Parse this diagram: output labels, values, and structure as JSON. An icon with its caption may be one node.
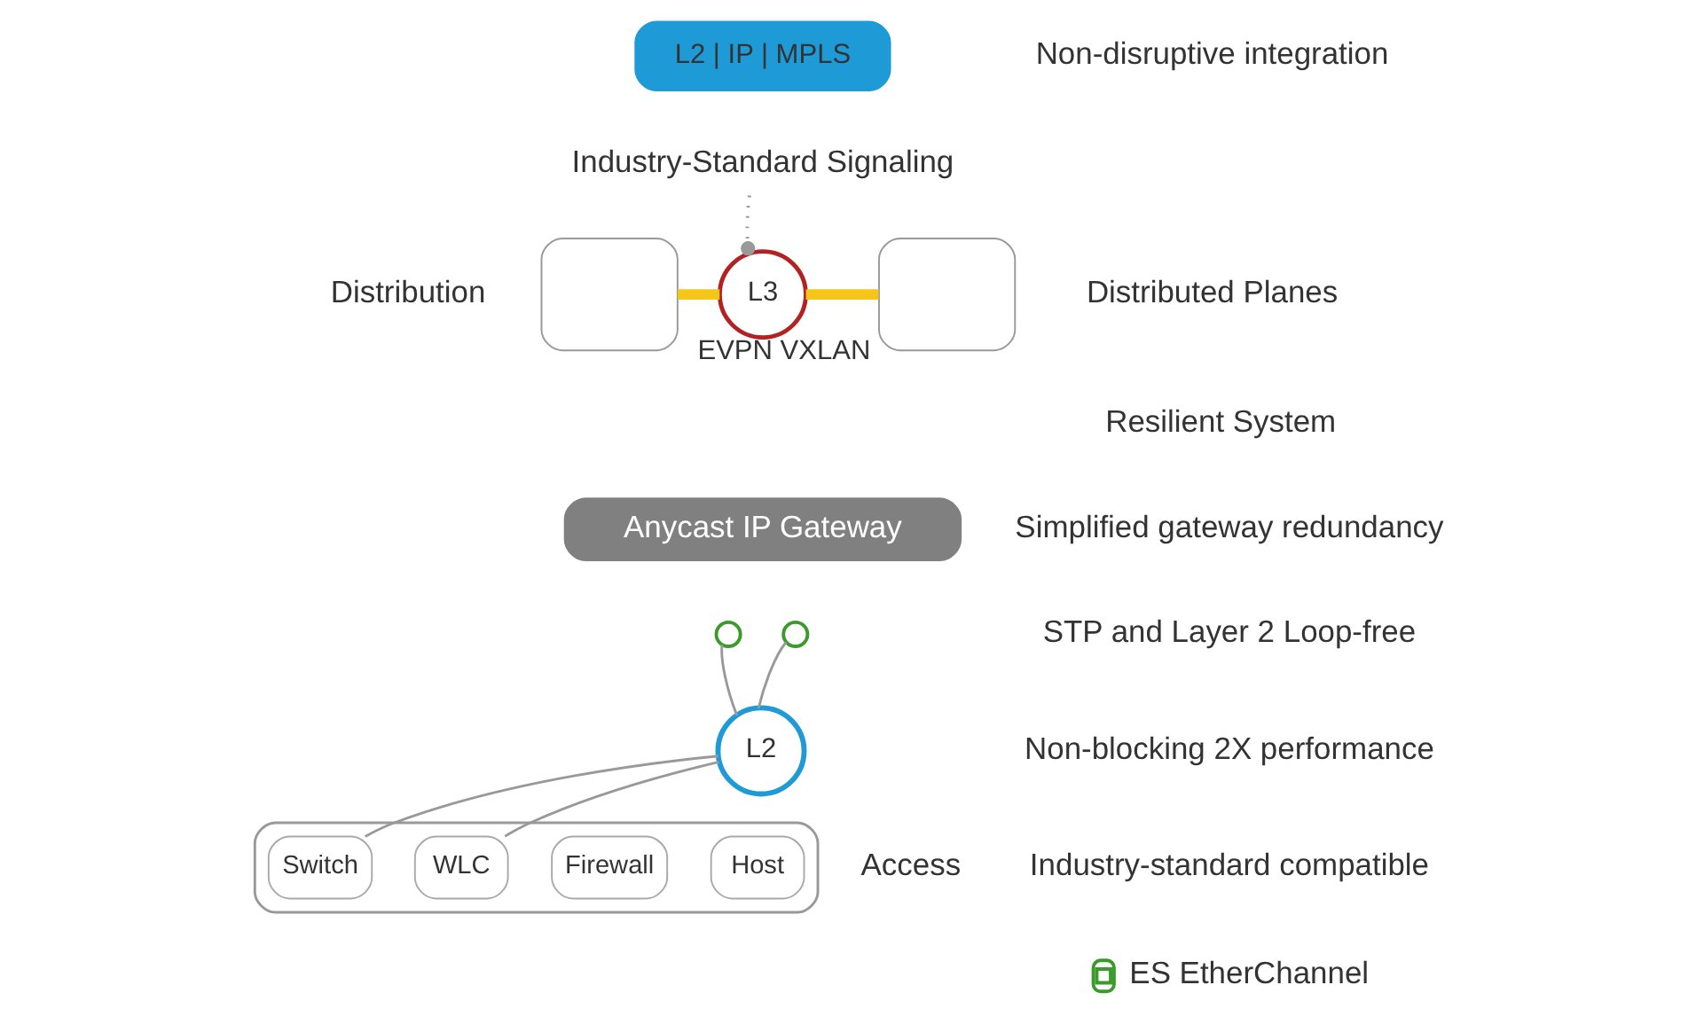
{
  "diagram": {
    "nodes": [
      {
        "text": [
          "L2 | IP | MPLS"
        ]
      },
      {
        "text": [
          "Industry-Standard Signaling"
        ]
      },
      {
        "text": [],
        "shape": "box"
      },
      {
        "text": [
          "L3"
        ],
        "beside": [
          "EVPN VXLAN"
        ]
      },
      {
        "text": [],
        "shape": "box"
      },
      {
        "text": [
          "Anycast IP Gateway"
        ]
      },
      {
        "text": [],
        "shape": "circle"
      },
      {
        "text": [],
        "shape": "circle"
      },
      {
        "text": [
          "L2"
        ]
      },
      {
        "text": [],
        "shape": "box"
      },
      {
        "text": [
          "Switch"
        ],
        "in": 9
      },
      {
        "text": [
          "WLC"
        ],
        "in": 9
      },
      {
        "text": [
          "Firewall"
        ],
        "in": 9
      },
      {
        "text": [
          "Host"
        ],
        "in": 9
      }
    ],
    "edges": [
      {
        "from": 1,
        "to": 3,
        "arrow": "other",
        "style": "dashed"
      },
      {
        "from": 2,
        "to": 3,
        "arrow": "none",
        "style": "thick",
        "color": "#f5c518"
      },
      {
        "from": 3,
        "to": 4,
        "arrow": "none",
        "style": "thick",
        "color": "#f5c518"
      },
      {
        "from": 6,
        "to": 8,
        "arrow": "none"
      },
      {
        "from": 7,
        "to": 8,
        "arrow": "none"
      },
      {
        "from": 8,
        "to": 10,
        "arrow": "none"
      },
      {
        "from": 8,
        "to": 11,
        "arrow": "none"
      }
    ],
    "labels": [
      "Non-disruptive integration",
      "Distribution",
      "Distributed Planes",
      "Resilient System",
      "Simplified gateway redundancy",
      "STP and Layer 2 Loop-free",
      "Non-blocking 2X performance",
      "Access",
      "Industry-standard compatible"
    ],
    "legend": [
      {
        "text": "ES EtherChannel"
      }
    ]
  }
}
